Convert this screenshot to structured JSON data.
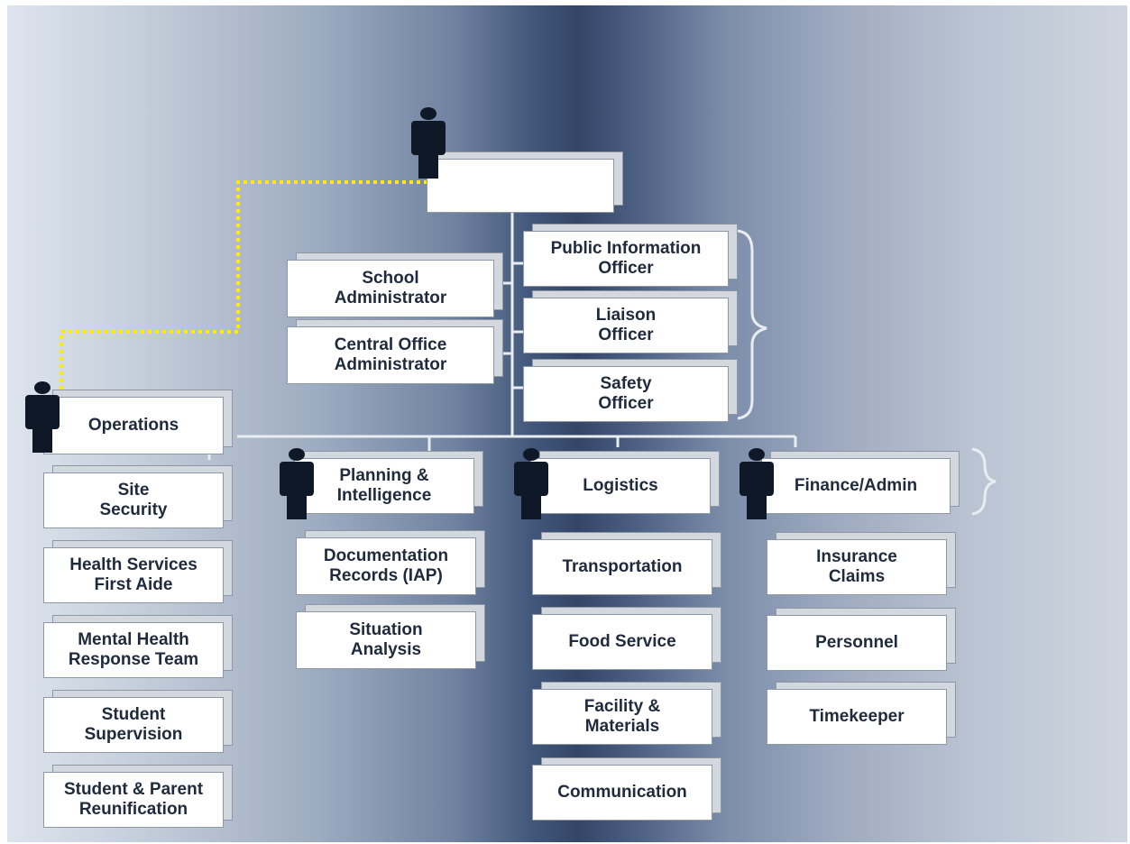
{
  "command": {
    "label": ""
  },
  "command_staff_side": {
    "school_admin": "School\nAdministrator",
    "central_office_admin": "Central Office\nAdministrator"
  },
  "command_staff": {
    "public_info": "Public Information\nOfficer",
    "liaison": "Liaison\nOfficer",
    "safety": "Safety\nOfficer"
  },
  "sections": {
    "operations": {
      "label": "Operations",
      "units": [
        "Site\nSecurity",
        "Health Services\nFirst Aide",
        "Mental Health\nResponse Team",
        "Student\nSupervision",
        "Student & Parent\nReunification"
      ]
    },
    "planning": {
      "label": "Planning &\nIntelligence",
      "units": [
        "Documentation\nRecords (IAP)",
        "Situation\nAnalysis"
      ]
    },
    "logistics": {
      "label": "Logistics",
      "units": [
        "Transportation",
        "Food Service",
        "Facility &\nMaterials",
        "Communication"
      ]
    },
    "finance": {
      "label": "Finance/Admin",
      "units": [
        "Insurance\nClaims",
        "Personnel",
        "Timekeeper"
      ]
    }
  },
  "colors": {
    "person": "#0f1826",
    "dotted_line": "#ffec00",
    "connector": "#e9edf2",
    "box_text": "#1f2b3d"
  },
  "icons": [
    "person-icon"
  ]
}
